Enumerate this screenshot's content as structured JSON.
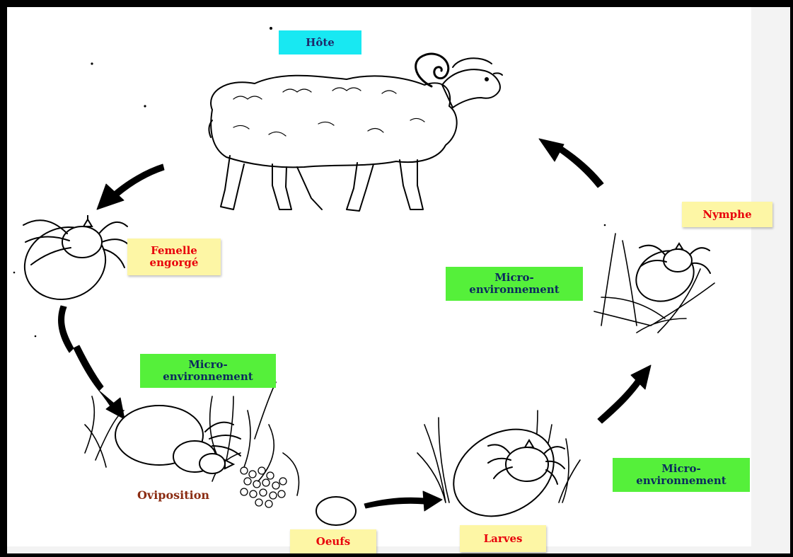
{
  "diagram": {
    "host_label": "Hôte",
    "stages": {
      "engorged_female": "Femelle\nengorgé",
      "oviposition": "Oviposition",
      "eggs": "Oeufs",
      "larvae": "Larves",
      "nymph": "Nymphe"
    },
    "micro_environment_labels": [
      "Micro-\nenvironnement",
      "Micro-\nenvironnement",
      "Micro-\nenvironnement"
    ]
  },
  "colors": {
    "host_badge": "#18e8f2",
    "micro_env_badge": "#55f03a",
    "stage_badge": "#fdf6a5",
    "stage_text": "#e8000b",
    "oviposition_text": "#8b2c12"
  }
}
